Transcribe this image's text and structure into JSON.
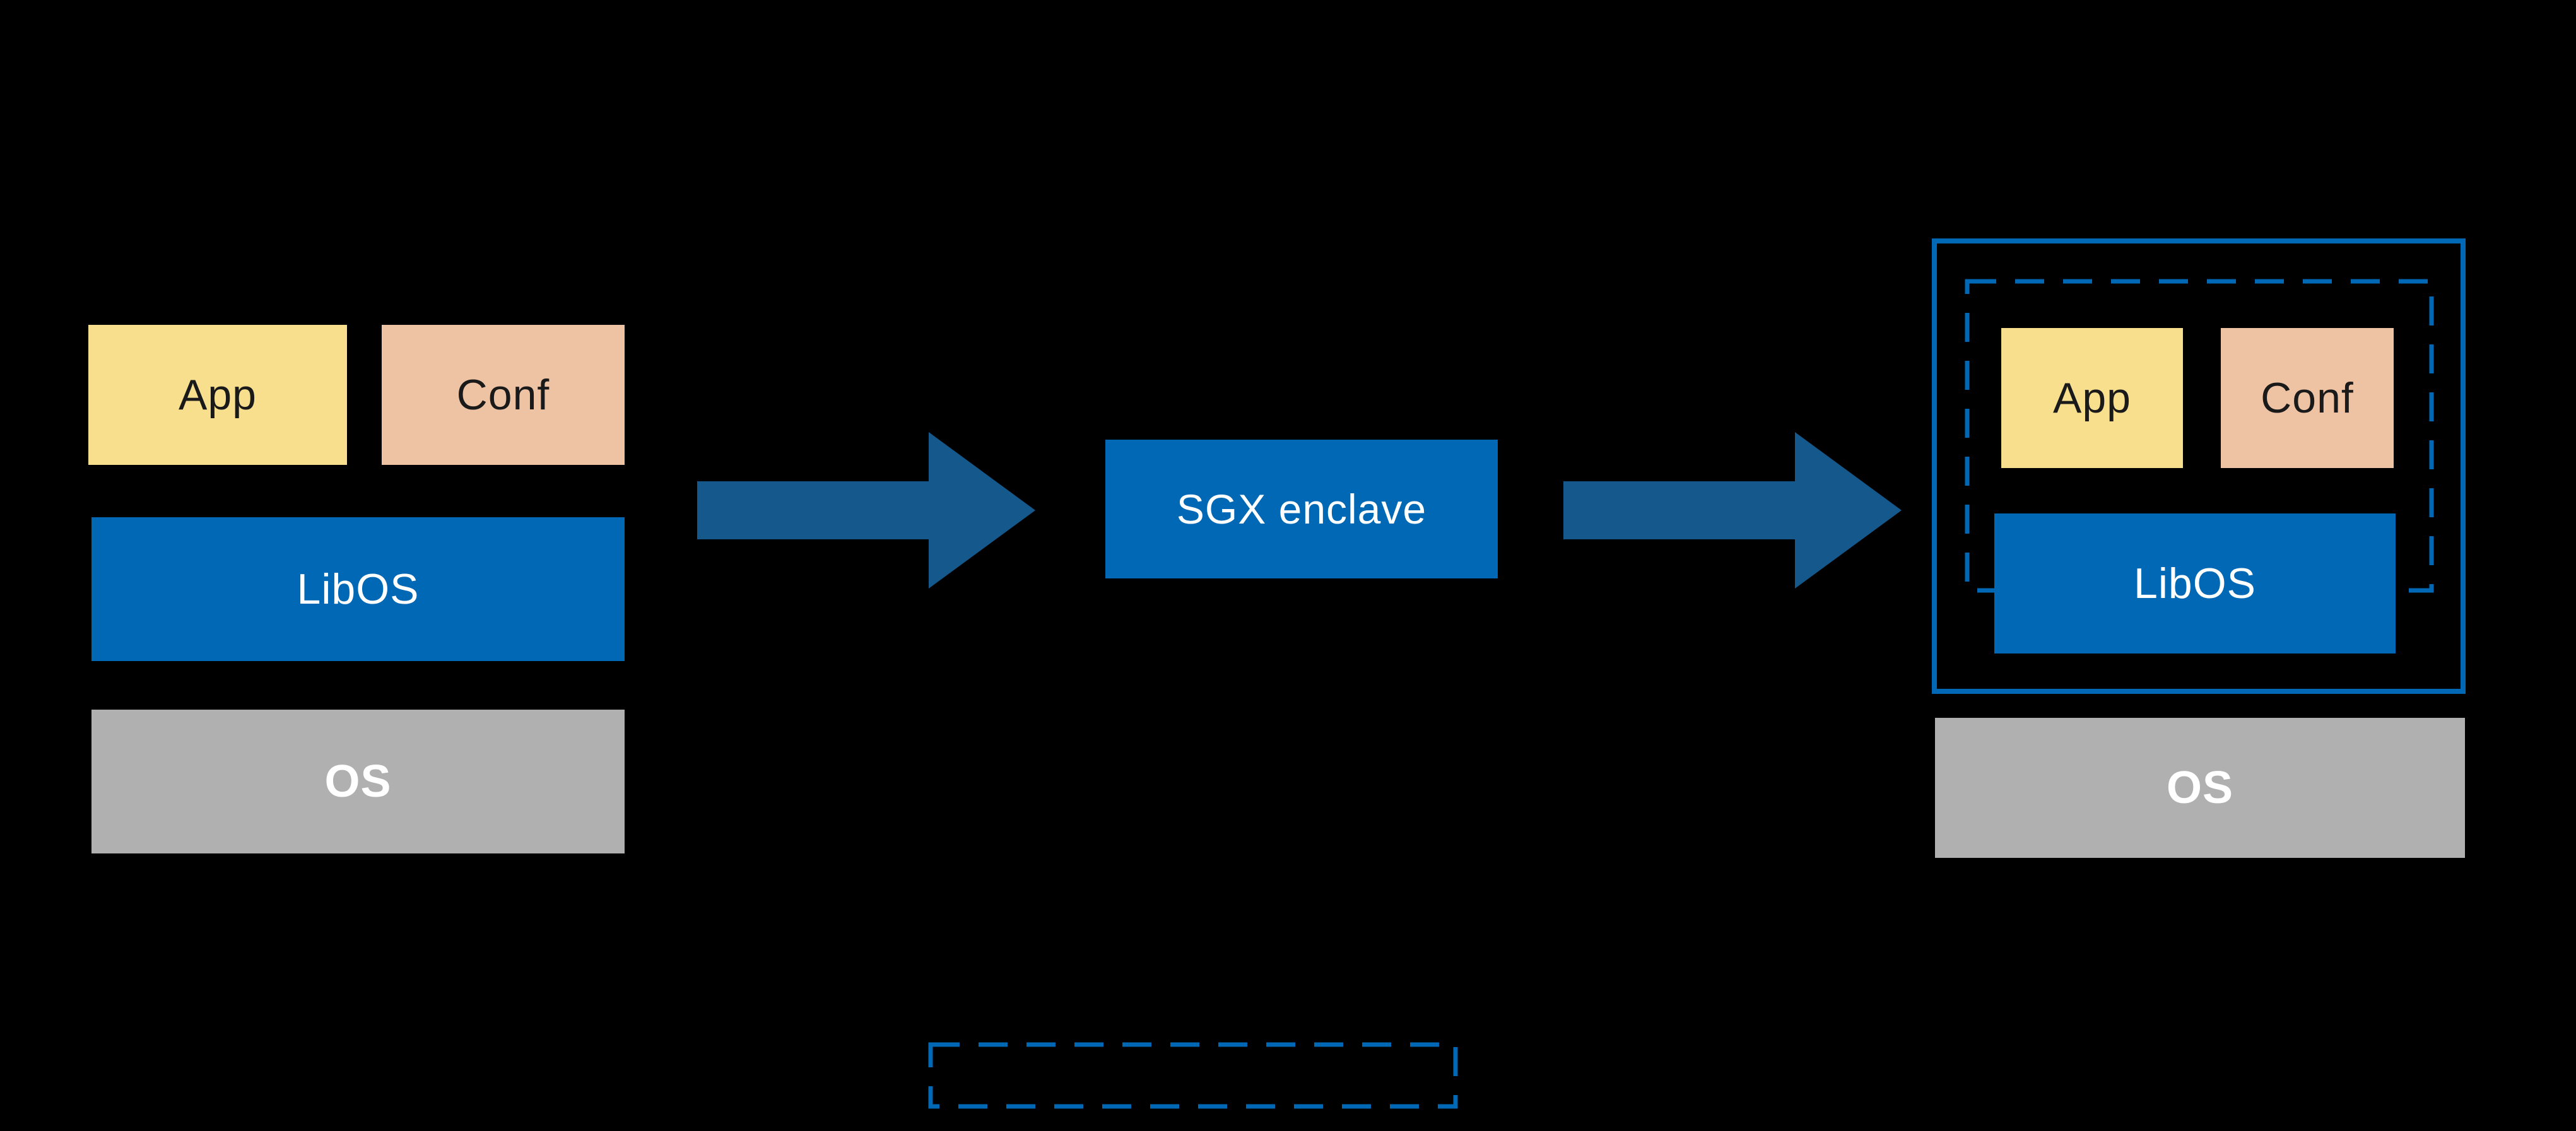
{
  "colors": {
    "background": "#000000",
    "app_fill": "#F7DF8E",
    "conf_fill": "#EEC3A4",
    "blue_fill": "#0068B5",
    "gray_fill": "#B0B0B0",
    "arrow_fill": "#15588C",
    "outline_blue": "#0068B5",
    "dark_text": "#1A1A1A",
    "light_text": "#FFFFFF"
  },
  "left_stack": {
    "app_label": "App",
    "conf_label": "Conf",
    "libos_label": "LibOS",
    "os_label": "OS"
  },
  "pipeline": {
    "enclave_label": "SGX enclave"
  },
  "right_stack": {
    "app_label": "App",
    "conf_label": "Conf",
    "libos_label": "LibOS",
    "os_label": "OS"
  }
}
